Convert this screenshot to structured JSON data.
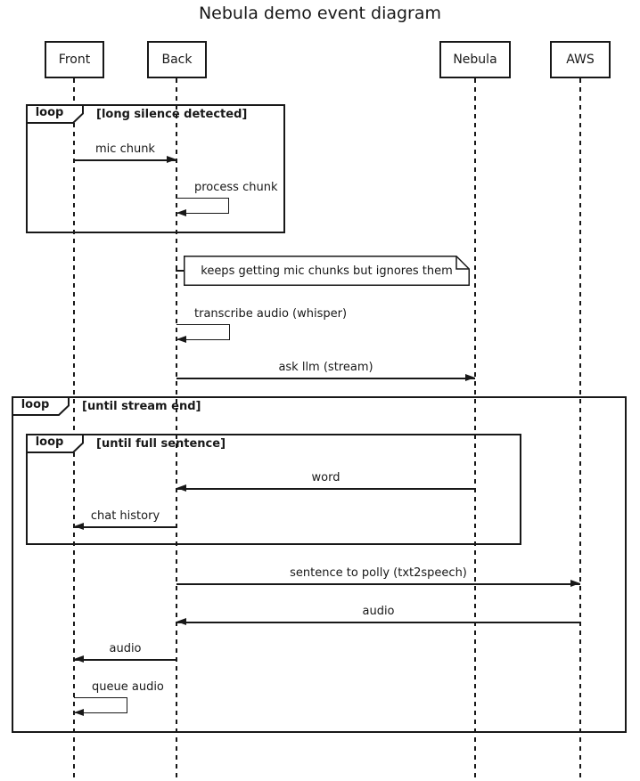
{
  "title": "Nebula demo event diagram",
  "participants": [
    {
      "label": "Front"
    },
    {
      "label": "Back"
    },
    {
      "label": "Nebula"
    },
    {
      "label": "AWS"
    }
  ],
  "fragments": {
    "silence_loop": {
      "operator": "loop",
      "guard": "[long silence detected]"
    },
    "stream_loop": {
      "operator": "loop",
      "guard": "[until stream end]"
    },
    "sentence_loop": {
      "operator": "loop",
      "guard": "[until full sentence]"
    }
  },
  "note": {
    "text": "keeps getting mic chunks but ignores them"
  },
  "messages": {
    "mic_chunk": "mic chunk",
    "process_chunk": "process chunk",
    "transcribe_audio": "transcribe audio (whisper)",
    "ask_llm": "ask llm (stream)",
    "word": "word",
    "chat_history": "chat history",
    "sentence_to_polly": "sentence to polly (txt2speech)",
    "audio_aws_to_back": "audio",
    "audio_back_to_front": "audio",
    "queue_audio": "queue audio"
  },
  "colors": {
    "line": "#181818",
    "background": "#ffffff"
  }
}
